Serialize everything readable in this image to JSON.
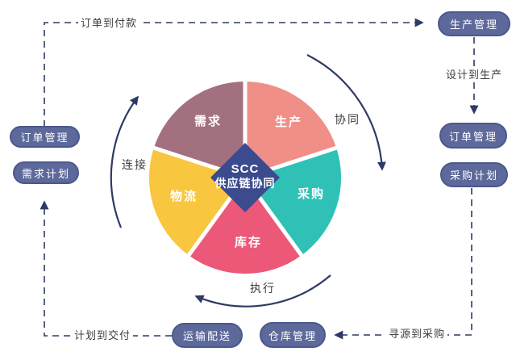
{
  "diagram": {
    "center": {
      "line1": "SCC",
      "line2": "供应链协同",
      "color": "#3c4b8d"
    },
    "segments": [
      {
        "id": "production",
        "label": "生产",
        "color": "#ef8f88"
      },
      {
        "id": "procurement",
        "label": "采购",
        "color": "#30c1b6"
      },
      {
        "id": "inventory",
        "label": "库存",
        "color": "#ec5878"
      },
      {
        "id": "logistics",
        "label": "物流",
        "color": "#f9c640"
      },
      {
        "id": "demand",
        "label": "需求",
        "color": "#a3707f"
      }
    ],
    "arc_labels": {
      "collaborate": "协同",
      "connect": "连接",
      "execute": "执行"
    }
  },
  "boxes": {
    "order_mgmt_left": "订单管理",
    "demand_plan": "需求计划",
    "production_mgmt": "生产管理",
    "order_mgmt_right": "订单管理",
    "purchase_plan": "采购计划",
    "transport_delivery": "运输配送",
    "warehouse_mgmt": "仓库管理"
  },
  "flows": {
    "order_to_pay": "订单到付款",
    "design_to_production": "设计到生产",
    "source_to_procure": "寻源到采购",
    "plan_to_deliver": "计划到交付"
  },
  "colors": {
    "line": "#2e3a66",
    "box_fill": "#5d699a",
    "box_border": "#4b588e",
    "label_text": "#3d3d3d"
  }
}
